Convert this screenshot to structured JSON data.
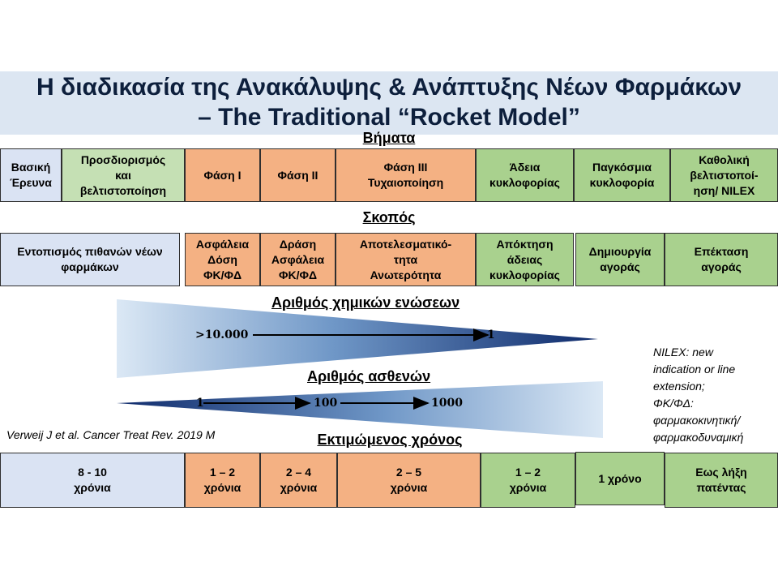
{
  "title": {
    "line1": "Η διαδικασία της Ανακάλυψης & Ανάπτυξης Νέων Φαρμάκων",
    "line2": "– The Traditional “Rocket Model”"
  },
  "sections": {
    "steps": "Βήματα",
    "purpose": "Σκοπός",
    "compounds": "Αριθμός χημικών ενώσεων",
    "patients": "Αριθμός ασθενών",
    "time": "Εκτιμώμενος χρόνος"
  },
  "steps": [
    {
      "label": "Βασική\nΈρευνα",
      "color": "#dae3f3"
    },
    {
      "label": "Προσδιορισμός\nκαι\nβελτιστοποίηση",
      "color": "#c5e0b4"
    },
    {
      "label": "Φάση Ι",
      "color": "#f4b183"
    },
    {
      "label": "Φάση ΙΙ",
      "color": "#f4b183"
    },
    {
      "label": "Φάση ΙΙΙ\nΤυχαιοποίηση",
      "color": "#f4b183"
    },
    {
      "label": "Άδεια\nκυκλοφορίας",
      "color": "#a9d18e"
    },
    {
      "label": "Παγκόσμια\nκυκλοφορία",
      "color": "#a9d18e"
    },
    {
      "label": "Καθολική\nβελτιστοποί-\nηση/ NILEX",
      "color": "#a9d18e"
    }
  ],
  "purposes": [
    {
      "label": "Εντοπισμός πιθανών νέων\nφαρμάκων",
      "color": "#dae3f3"
    },
    {
      "label": "Ασφάλεια\nΔόση\nΦΚ/ΦΔ",
      "color": "#f4b183"
    },
    {
      "label": "Δράση\nΑσφάλεια\nΦΚ/ΦΔ",
      "color": "#f4b183"
    },
    {
      "label": "Αποτελεσματικό-\nτητα\nΑνωτερότητα",
      "color": "#f4b183"
    },
    {
      "label": "Απόκτηση\nάδειας\nκυκλοφορίας",
      "color": "#a9d18e"
    },
    {
      "label": "Δημιουργία\nαγοράς",
      "color": "#a9d18e"
    },
    {
      "label": "Επέκταση\nαγοράς",
      "color": "#a9d18e"
    }
  ],
  "compounds_arrow": {
    "start": ">10.000",
    "end": "1"
  },
  "patients_arrow": {
    "p1": "1",
    "p2": "100",
    "p3": "1000"
  },
  "times": [
    {
      "label": "8 - 10\nχρόνια",
      "color": "#dae3f3"
    },
    {
      "label": "1 – 2\nχρόνια",
      "color": "#f4b183"
    },
    {
      "label": "2 – 4\nχρόνια",
      "color": "#f4b183"
    },
    {
      "label": "2 – 5\nχρόνια",
      "color": "#f4b183"
    },
    {
      "label": "1 – 2\nχρόνια",
      "color": "#a9d18e"
    },
    {
      "label": "1 χρόνο",
      "color": "#a9d18e"
    },
    {
      "label": "Εως λήξη\nπατέντας",
      "color": "#a9d18e"
    }
  ],
  "note": "NILEX: new\nindication or line\nextension;\nΦΚ/ΦΔ:\nφαρμακοκινητική/\nφαρμακοδυναμική",
  "citation": "Verweij J et al. Cancer Treat Rev. 2019 M"
}
